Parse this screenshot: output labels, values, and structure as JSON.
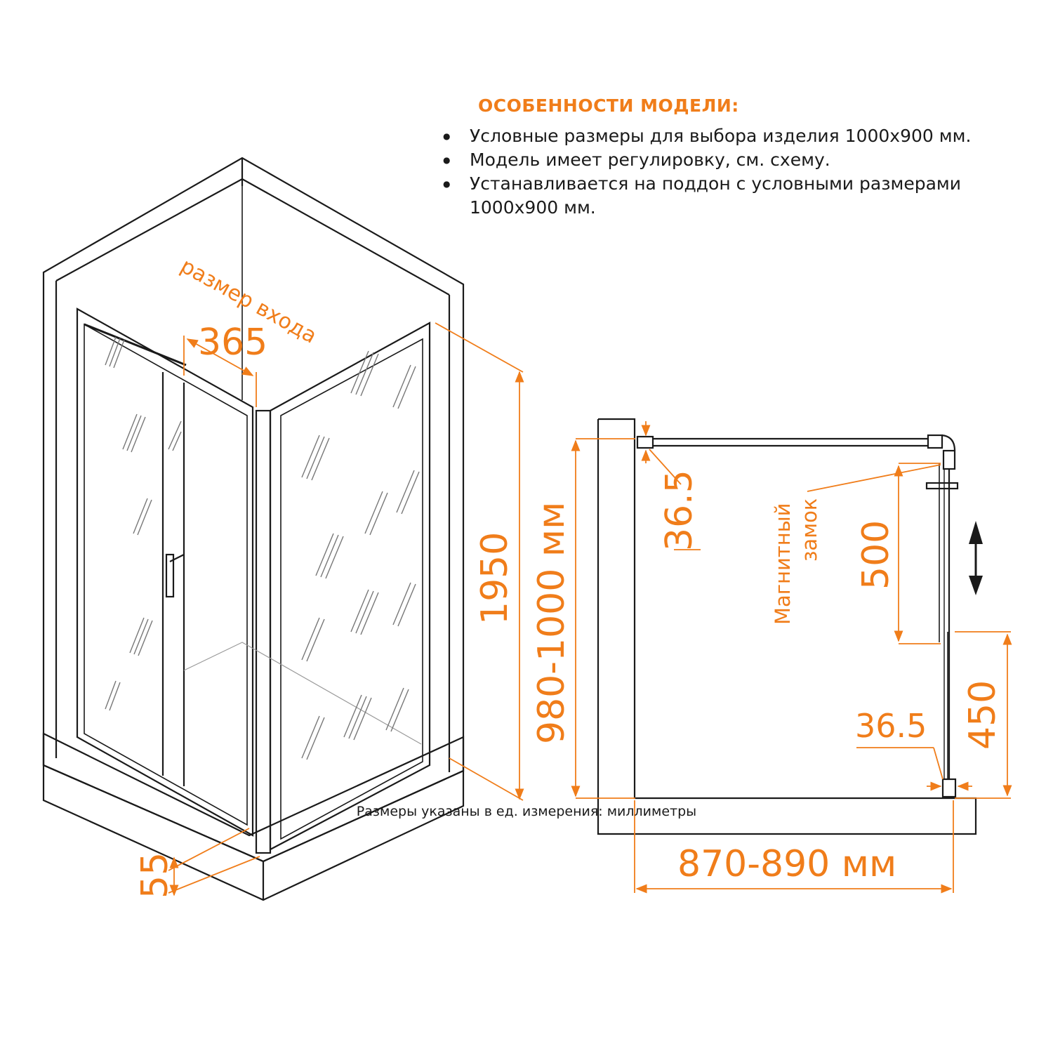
{
  "features": {
    "title": "ОСОБЕННОСТИ МОДЕЛИ:",
    "items": [
      "Условные размеры для выбора изделия 1000х900 мм.",
      "Модель имеет регулировку,  см.  схему.",
      "Устанавливается на поддон с условными размерами 1000х900 мм."
    ]
  },
  "iso_view": {
    "entry_caption": "размер входа",
    "entry_value": "365",
    "height_value": "1950",
    "tray_value": "55"
  },
  "plan_view": {
    "width_range": "980-1000 мм",
    "depth_range": "870-890 мм",
    "profile_top": "36.5",
    "profile_bottom": "36.5",
    "magnet_lock": "Магнитный замок",
    "adjust_500": "500",
    "adjust_450": "450"
  },
  "footnote": "Размеры указаны в ед. измерения: миллиметры",
  "colors": {
    "accent": "#f07d1a",
    "line": "#1a1a1a"
  }
}
